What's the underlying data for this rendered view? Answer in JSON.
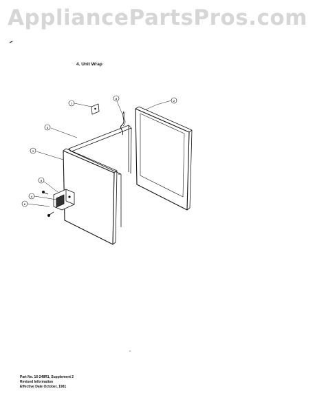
{
  "watermark": "AppliancePartsPros.com",
  "section_title": "4. Unit Wrap",
  "callouts": [
    {
      "id": "callout-1",
      "label": "1"
    },
    {
      "id": "callout-2",
      "label": "2"
    },
    {
      "id": "callout-3",
      "label": "3"
    },
    {
      "id": "callout-4",
      "label": "4"
    },
    {
      "id": "callout-5",
      "label": "5"
    },
    {
      "id": "callout-6",
      "label": "6"
    },
    {
      "id": "callout-7",
      "label": "7"
    },
    {
      "id": "callout-8",
      "label": "8"
    }
  ],
  "footer": {
    "part_no": "Part No. 16-248R1, Supplement 2",
    "revised": "Revised Information",
    "effective": "Effective Date October, 1981"
  }
}
